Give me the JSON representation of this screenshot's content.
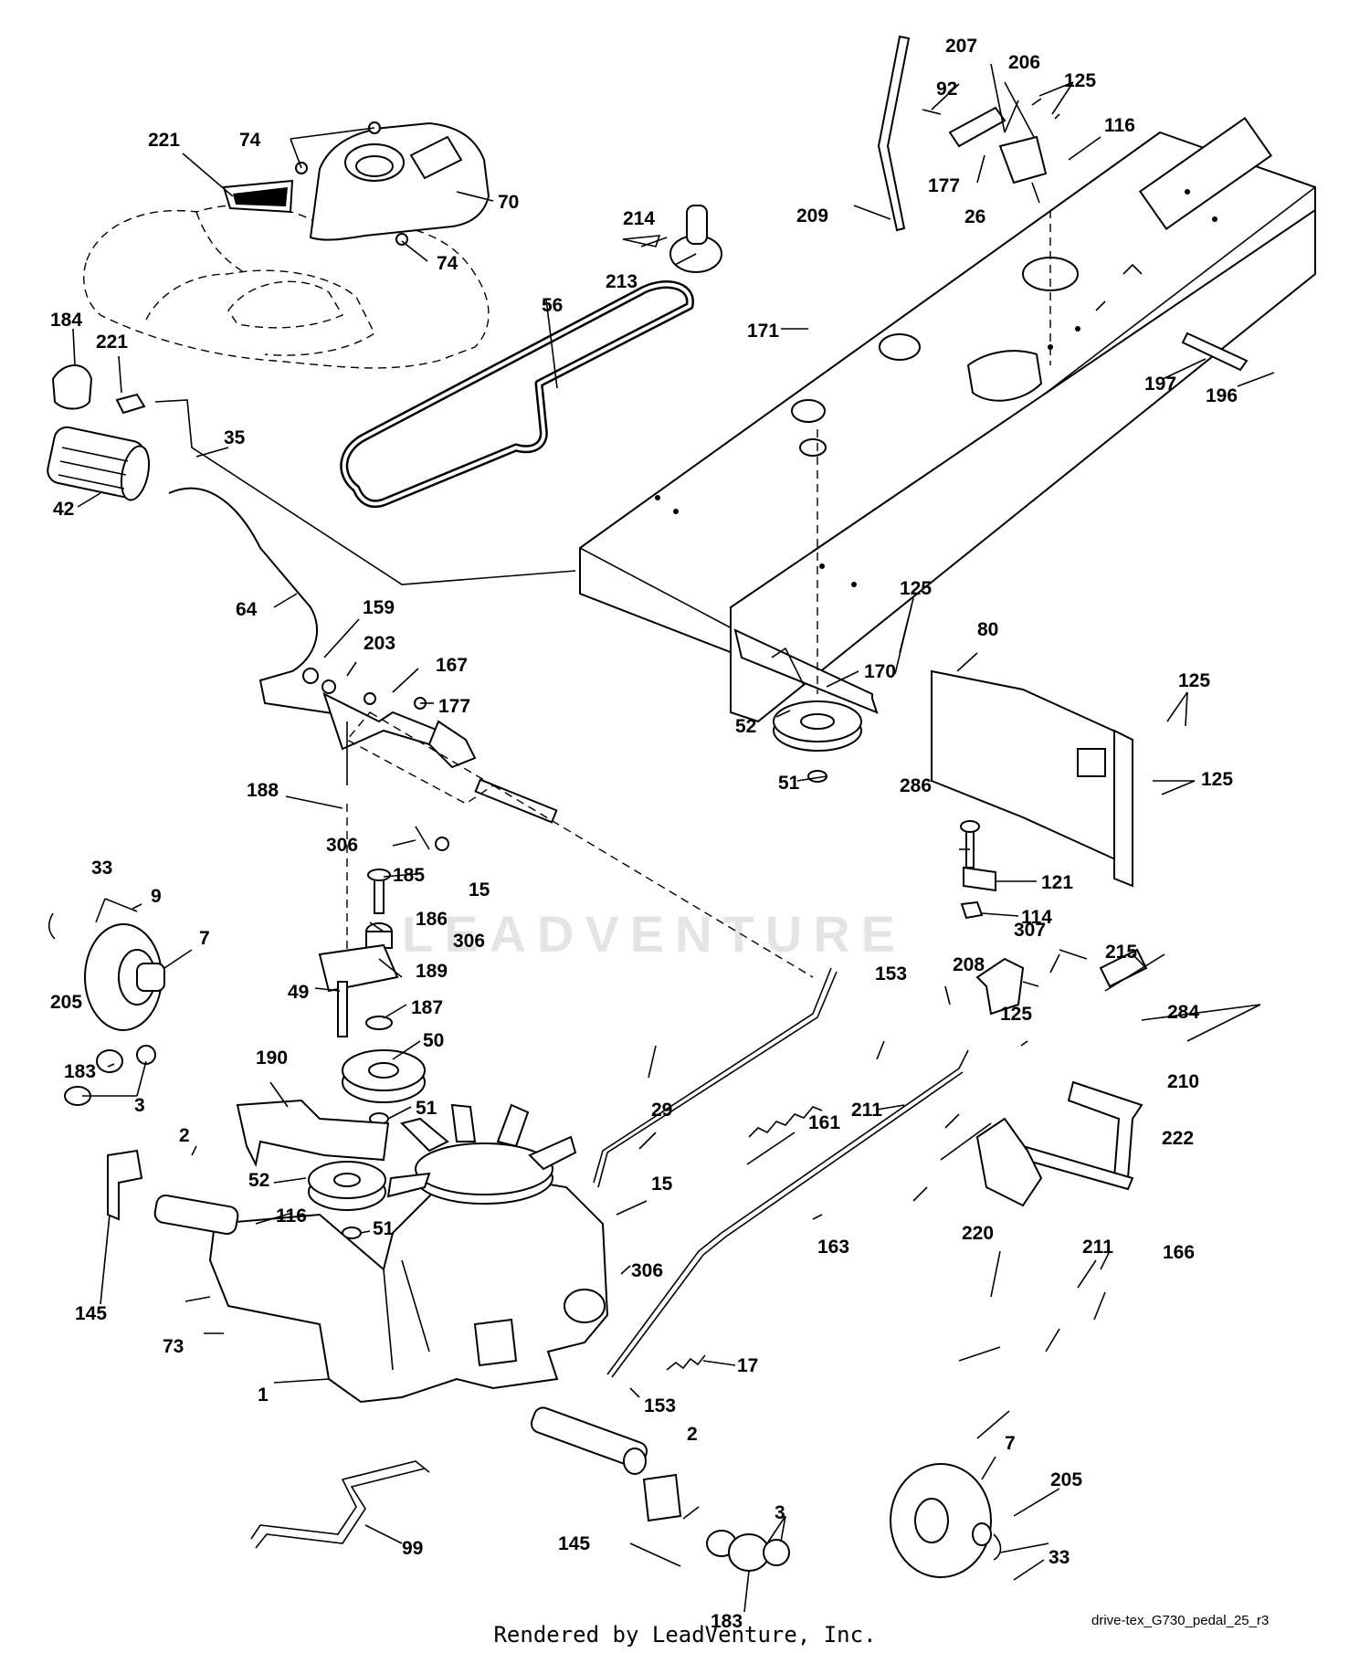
{
  "diagram": {
    "filename": "drive-tex_G730_pedal_25_r3",
    "footer": "Rendered by LeadVenture, Inc.",
    "watermark_text": "LEADVENTURE",
    "labels": [
      "1",
      "2",
      "2",
      "3",
      "3",
      "7",
      "7",
      "9",
      "15",
      "15",
      "17",
      "26",
      "29",
      "33",
      "33",
      "35",
      "42",
      "49",
      "50",
      "51",
      "51",
      "51",
      "52",
      "52",
      "56",
      "64",
      "70",
      "73",
      "74",
      "74",
      "80",
      "92",
      "99",
      "114",
      "116",
      "116",
      "121",
      "125",
      "125",
      "125",
      "125",
      "125",
      "145",
      "145",
      "153",
      "153",
      "159",
      "161",
      "163",
      "166",
      "167",
      "170",
      "171",
      "177",
      "177",
      "183",
      "183",
      "184",
      "185",
      "186",
      "187",
      "188",
      "189",
      "190",
      "196",
      "197",
      "203",
      "205",
      "205",
      "206",
      "207",
      "208",
      "209",
      "210",
      "211",
      "211",
      "213",
      "214",
      "215",
      "220",
      "221",
      "221",
      "222",
      "284",
      "286",
      "306",
      "306",
      "306",
      "307"
    ]
  }
}
